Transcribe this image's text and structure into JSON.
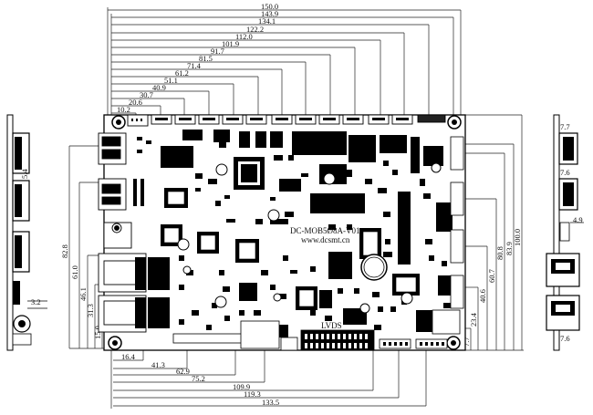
{
  "board": {
    "name": "DC-MOB5Ø8A-V01",
    "website": "www.dcsmt.cn",
    "lvds_label": "LVDS"
  },
  "dimensions": {
    "top": [
      "150.0",
      "143.9",
      "134.1",
      "122.2",
      "112.0",
      "101.9",
      "91.7",
      "81.5",
      "71.4",
      "61.2",
      "51.1",
      "40.9",
      "30.7",
      "20.6",
      "10.2"
    ],
    "bottom": [
      "16.4",
      "41.3",
      "62.9",
      "75.2",
      "109.9",
      "119.3",
      "133.5"
    ],
    "left": [
      "82.8",
      "61.0",
      "46.1",
      "31.3",
      "15.0"
    ],
    "right": [
      "100.0",
      "83.9",
      "80.8",
      "60.7",
      "40.6",
      "23.4",
      "7.7"
    ],
    "left_side": [
      "5.4",
      "3.2"
    ],
    "right_side": [
      "7.7",
      "7.6",
      "4.9",
      "7.6"
    ]
  }
}
